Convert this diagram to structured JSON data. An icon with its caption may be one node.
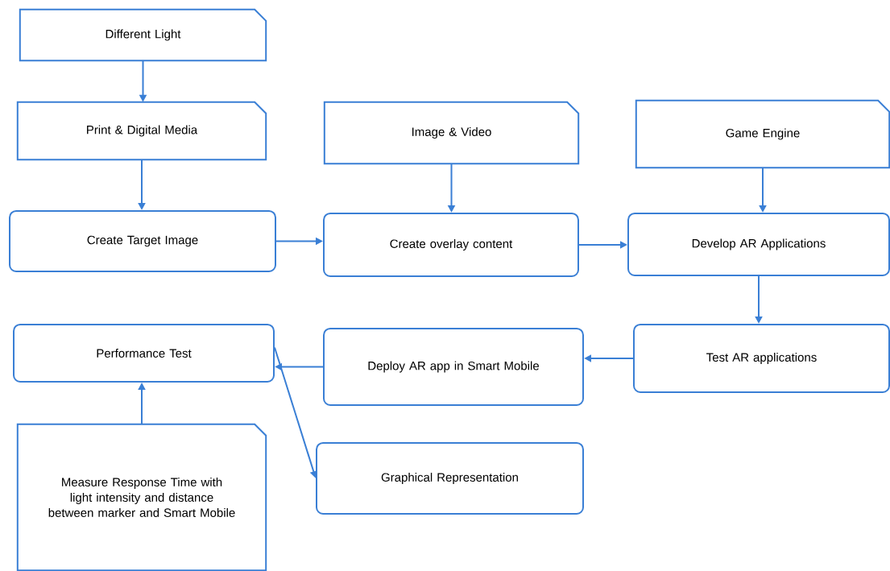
{
  "diagram": {
    "nodes": [
      {
        "text": [
          "Different Light"
        ]
      },
      {
        "text": [
          "Print & Digital Media"
        ]
      },
      {
        "text": [
          "Image & Video"
        ]
      },
      {
        "text": [
          "Game Engine"
        ]
      },
      {
        "text": [
          "Create Target Image"
        ]
      },
      {
        "text": [
          "Create overlay content"
        ]
      },
      {
        "text": [
          "Develop AR Applications"
        ]
      },
      {
        "text": [
          "Performance Test"
        ]
      },
      {
        "text": [
          "Deploy AR app in Smart Mobile"
        ]
      },
      {
        "text": [
          "Test AR applications"
        ]
      },
      {
        "text": [
          "Measure Response Time with light intensity and distance between marker and Smart Mobile"
        ]
      },
      {
        "text": [
          "Graphical Representation"
        ]
      }
    ],
    "edges": [
      {
        "from": 0,
        "to": 1,
        "arrow": "to"
      },
      {
        "from": 1,
        "to": 4,
        "arrow": "to"
      },
      {
        "from": 4,
        "to": 5,
        "arrow": "to"
      },
      {
        "from": 2,
        "to": 5,
        "arrow": "to"
      },
      {
        "from": 5,
        "to": 6,
        "arrow": "to"
      },
      {
        "from": 3,
        "to": 6,
        "arrow": "to"
      },
      {
        "from": 6,
        "to": 9,
        "arrow": "to"
      },
      {
        "from": 9,
        "to": 8,
        "arrow": "to"
      },
      {
        "from": 8,
        "to": 7,
        "arrow": "to"
      },
      {
        "from": 10,
        "to": 7,
        "arrow": "to"
      },
      {
        "from": 7,
        "to": 11,
        "arrow": "to"
      }
    ]
  }
}
